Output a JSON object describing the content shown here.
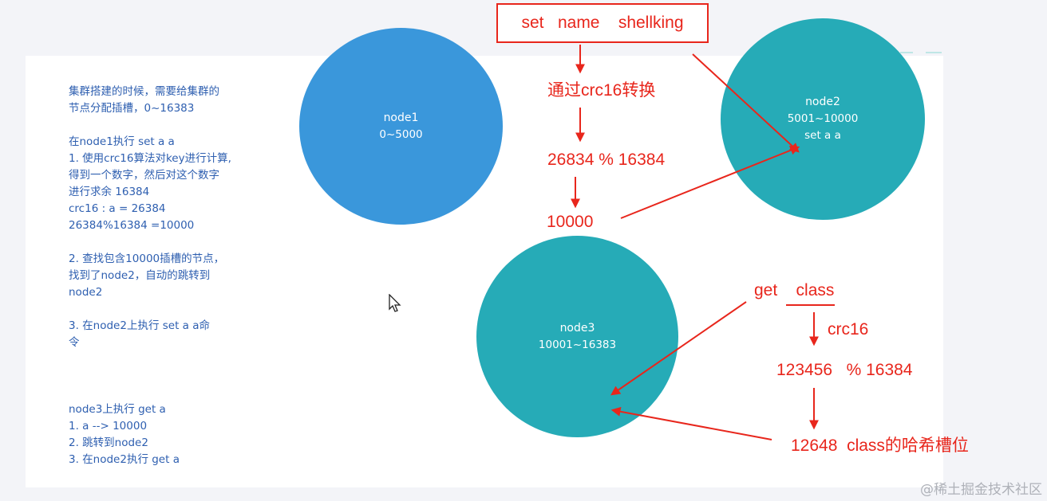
{
  "notes": {
    "p1": [
      "集群搭建的时候，需要给集群的",
      "节点分配插槽，0~16383"
    ],
    "p2": [
      "在node1执行  set a a",
      "1. 使用crc16算法对key进行计算,",
      "得到一个数字，然后对这个数字",
      "进行求余   16384",
      "crc16   : a =   26384",
      "26384%16384   =10000"
    ],
    "p3": [
      "2. 查找包含10000插槽的节点，",
      "找到了node2，自动的跳转到",
      "node2"
    ],
    "p4": [
      "3. 在node2上执行   set a   a命",
      "令"
    ],
    "p5": [
      "node3上执行  get a",
      "1. a  --> 10000",
      "2. 跳转到node2",
      "3. 在node2执行   get a"
    ]
  },
  "nodes": {
    "node1": {
      "name": "node1",
      "range": "0~5000"
    },
    "node2": {
      "name": "node2",
      "range": "5001~10000",
      "cmd": "set  a  a"
    },
    "node3": {
      "name": "node3",
      "range": "10001~16383"
    }
  },
  "annotations": {
    "command": "set   name    shellking",
    "crc_convert": "通过crc16转换",
    "modulo": "26834 % 16384",
    "result": "10000",
    "get_cmd": "get    class",
    "crc16": "crc16",
    "modulo2": "123456   % 16384",
    "slot": "12648  class的哈希槽位"
  },
  "watermark": "@稀土掘金技术社区",
  "colors": {
    "red": "#e8261c",
    "node1": "#3a97db",
    "node23": "#26abb7",
    "notes_text": "#2e5fb0"
  }
}
